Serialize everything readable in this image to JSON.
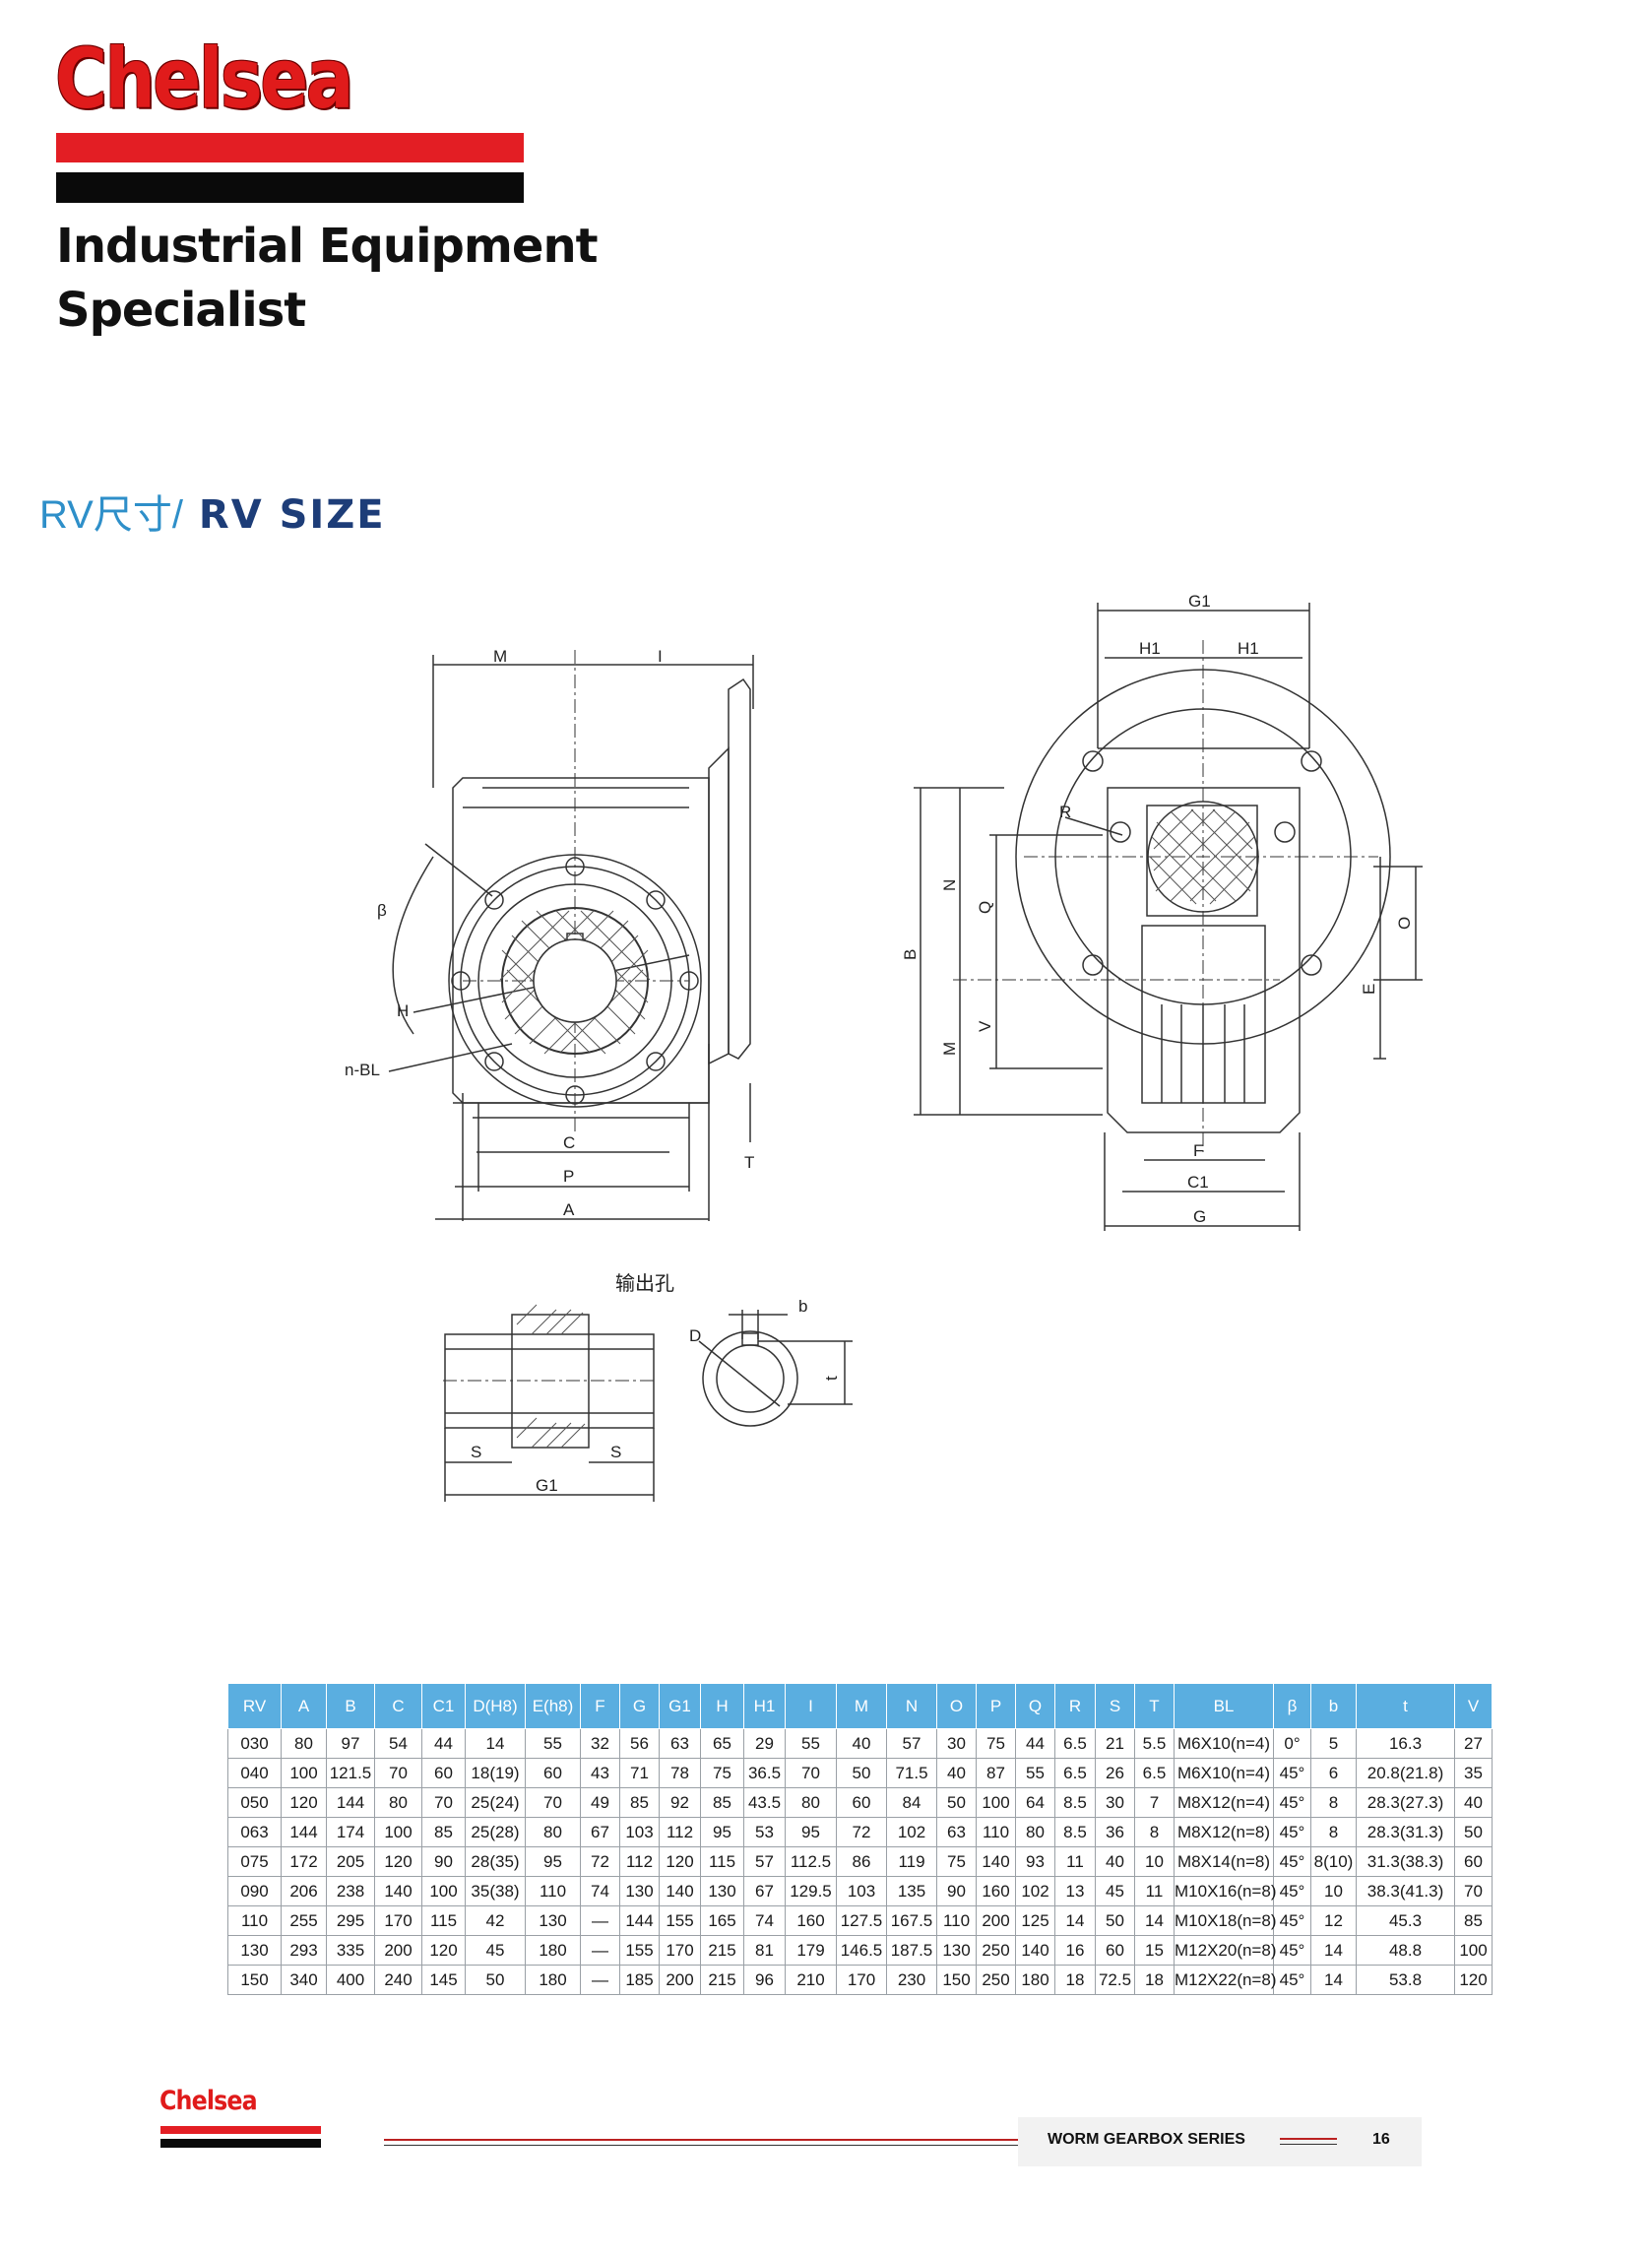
{
  "brand": {
    "logo": "Chelsea",
    "tagline_line1": "Industrial Equipment",
    "tagline_line2": "Specialist",
    "red": "#e31e24",
    "black": "#0a0a0a"
  },
  "section": {
    "title_cn": "RV尺寸/",
    "title_en": " RV SIZE",
    "title_cn_color": "#2e8fc9",
    "title_en_color": "#1d3d78"
  },
  "drawings": {
    "front": {
      "M": "M",
      "I": "I",
      "beta": "β",
      "H": "H",
      "nBL": "n-BL",
      "C": "C",
      "P": "P",
      "A": "A",
      "T": "T"
    },
    "side": {
      "G1": "G1",
      "H1a": "H1",
      "H1b": "H1",
      "R": "R",
      "B": "B",
      "N": "N",
      "M": "M",
      "Q": "Q",
      "V": "V",
      "O": "O",
      "E": "E",
      "F": "F",
      "C1": "C1",
      "G": "G"
    },
    "bore": {
      "title": "输出孔",
      "b": "b",
      "D": "D",
      "t": "t",
      "S1": "S",
      "S2": "S",
      "G1": "G1"
    }
  },
  "table": {
    "header_color": "#5aaee0",
    "headers": [
      "RV",
      "A",
      "B",
      "C",
      "C1",
      "D(H8)",
      "E(h8)",
      "F",
      "G",
      "G1",
      "H",
      "H1",
      "I",
      "M",
      "N",
      "O",
      "P",
      "Q",
      "R",
      "S",
      "T",
      "BL",
      "β",
      "b",
      "t",
      "V"
    ],
    "rows": [
      [
        "030",
        "80",
        "97",
        "54",
        "44",
        "14",
        "55",
        "32",
        "56",
        "63",
        "65",
        "29",
        "55",
        "40",
        "57",
        "30",
        "75",
        "44",
        "6.5",
        "21",
        "5.5",
        "M6X10(n=4)",
        "0°",
        "5",
        "16.3",
        "27"
      ],
      [
        "040",
        "100",
        "121.5",
        "70",
        "60",
        "18(19)",
        "60",
        "43",
        "71",
        "78",
        "75",
        "36.5",
        "70",
        "50",
        "71.5",
        "40",
        "87",
        "55",
        "6.5",
        "26",
        "6.5",
        "M6X10(n=4)",
        "45°",
        "6",
        "20.8(21.8)",
        "35"
      ],
      [
        "050",
        "120",
        "144",
        "80",
        "70",
        "25(24)",
        "70",
        "49",
        "85",
        "92",
        "85",
        "43.5",
        "80",
        "60",
        "84",
        "50",
        "100",
        "64",
        "8.5",
        "30",
        "7",
        "M8X12(n=4)",
        "45°",
        "8",
        "28.3(27.3)",
        "40"
      ],
      [
        "063",
        "144",
        "174",
        "100",
        "85",
        "25(28)",
        "80",
        "67",
        "103",
        "112",
        "95",
        "53",
        "95",
        "72",
        "102",
        "63",
        "110",
        "80",
        "8.5",
        "36",
        "8",
        "M8X12(n=8)",
        "45°",
        "8",
        "28.3(31.3)",
        "50"
      ],
      [
        "075",
        "172",
        "205",
        "120",
        "90",
        "28(35)",
        "95",
        "72",
        "112",
        "120",
        "115",
        "57",
        "112.5",
        "86",
        "119",
        "75",
        "140",
        "93",
        "11",
        "40",
        "10",
        "M8X14(n=8)",
        "45°",
        "8(10)",
        "31.3(38.3)",
        "60"
      ],
      [
        "090",
        "206",
        "238",
        "140",
        "100",
        "35(38)",
        "110",
        "74",
        "130",
        "140",
        "130",
        "67",
        "129.5",
        "103",
        "135",
        "90",
        "160",
        "102",
        "13",
        "45",
        "11",
        "M10X16(n=8)",
        "45°",
        "10",
        "38.3(41.3)",
        "70"
      ],
      [
        "110",
        "255",
        "295",
        "170",
        "115",
        "42",
        "130",
        "—",
        "144",
        "155",
        "165",
        "74",
        "160",
        "127.5",
        "167.5",
        "110",
        "200",
        "125",
        "14",
        "50",
        "14",
        "M10X18(n=8)",
        "45°",
        "12",
        "45.3",
        "85"
      ],
      [
        "130",
        "293",
        "335",
        "200",
        "120",
        "45",
        "180",
        "—",
        "155",
        "170",
        "215",
        "81",
        "179",
        "146.5",
        "187.5",
        "130",
        "250",
        "140",
        "16",
        "60",
        "15",
        "M12X20(n=8)",
        "45°",
        "14",
        "48.8",
        "100"
      ],
      [
        "150",
        "340",
        "400",
        "240",
        "145",
        "50",
        "180",
        "—",
        "185",
        "200",
        "215",
        "96",
        "210",
        "170",
        "230",
        "150",
        "250",
        "180",
        "18",
        "72.5",
        "18",
        "M12X22(n=8)",
        "45°",
        "14",
        "53.8",
        "120"
      ]
    ]
  },
  "footer": {
    "logo": "Chelsea",
    "series": "WORM GEARBOX SERIES",
    "page": "16"
  }
}
